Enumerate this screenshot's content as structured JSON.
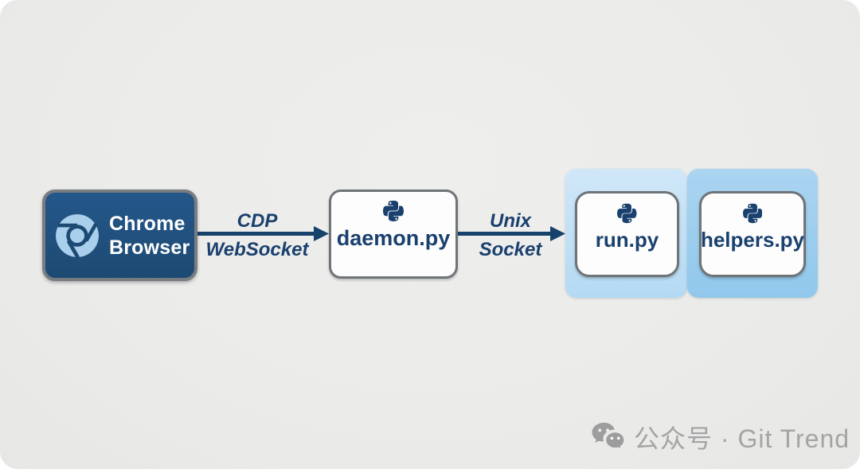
{
  "diagram": {
    "chrome": {
      "line1": "Chrome",
      "line2": "Browser"
    },
    "daemon": {
      "label": "daemon.py"
    },
    "run": {
      "label": "run.py"
    },
    "helpers": {
      "label": "helpers.py"
    },
    "edge_cdp": {
      "line1": "CDP",
      "line2": "WebSocket"
    },
    "edge_unix": {
      "line1": "Unix",
      "line2": "Socket"
    }
  },
  "icons": {
    "chrome": "chrome-icon",
    "python": "python-icon",
    "wechat": "wechat-icon"
  },
  "watermark": {
    "text": "公众号 · Git Trend"
  },
  "colors": {
    "canvas_bg": "#ebebe9",
    "chrome_box_fill": "#1f4e78",
    "chrome_box_border": "#797d81",
    "chrome_logo_blue": "#a9cfec",
    "navy_text": "#1a406e",
    "arrow_navy": "#17426b",
    "card_border_gray": "#6f7478",
    "card_fill": "#fdfdfd",
    "group_light_blue": "#c4e1f6",
    "group_dark_blue": "#9ecdee",
    "watermark_gray": "#a4a4a4"
  }
}
